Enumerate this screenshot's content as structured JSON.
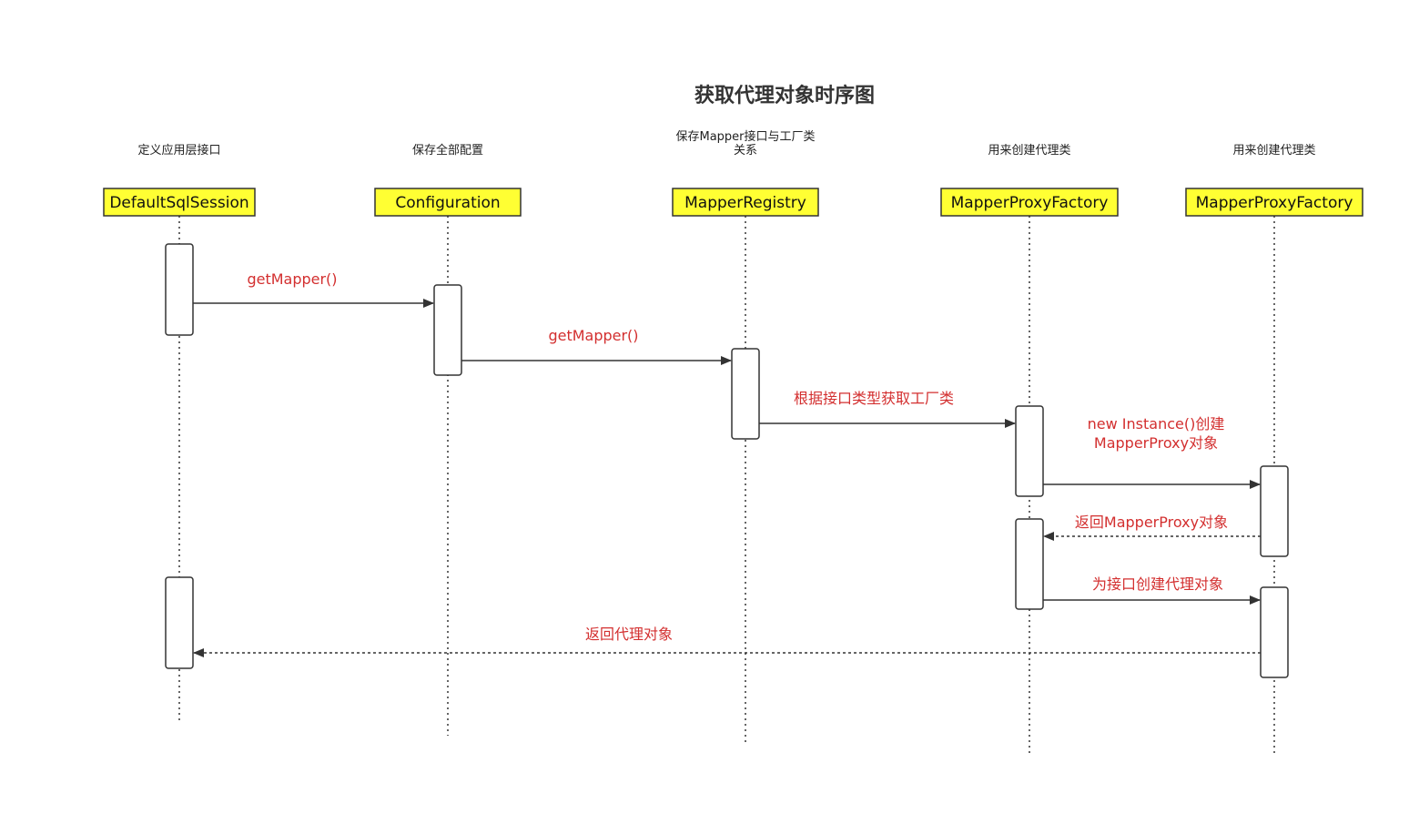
{
  "title": "获取代理对象时序图",
  "colors": {
    "participant_fill": "#ffff33",
    "message_text": "#d32f2f",
    "stroke": "#333333"
  },
  "participants": [
    {
      "id": "p0",
      "name": "DefaultSqlSession",
      "note": [
        "定义应用层接口"
      ]
    },
    {
      "id": "p1",
      "name": "Configuration",
      "note": [
        "保存全部配置"
      ]
    },
    {
      "id": "p2",
      "name": "MapperRegistry",
      "note": [
        "保存Mapper接口与工厂类",
        "关系"
      ]
    },
    {
      "id": "p3",
      "name": "MapperProxyFactory",
      "note": [
        "用来创建代理类"
      ]
    },
    {
      "id": "p4",
      "name": "MapperProxyFactory",
      "note": [
        "用来创建代理类"
      ]
    }
  ],
  "messages": [
    {
      "from": 0,
      "to": 1,
      "kind": "call",
      "label": [
        "getMapper()"
      ]
    },
    {
      "from": 1,
      "to": 2,
      "kind": "call",
      "label": [
        "getMapper()"
      ]
    },
    {
      "from": 2,
      "to": 3,
      "kind": "call",
      "label": [
        "根据接口类型获取工厂类"
      ]
    },
    {
      "from": 3,
      "to": 4,
      "kind": "call",
      "label": [
        "new Instance()创建",
        "MapperProxy对象"
      ]
    },
    {
      "from": 4,
      "to": 3,
      "kind": "return",
      "label": [
        "返回MapperProxy对象"
      ]
    },
    {
      "from": 3,
      "to": 4,
      "kind": "call",
      "label": [
        "为接口创建代理对象"
      ]
    },
    {
      "from": 4,
      "to": 0,
      "kind": "return",
      "label": [
        "返回代理对象"
      ]
    }
  ]
}
